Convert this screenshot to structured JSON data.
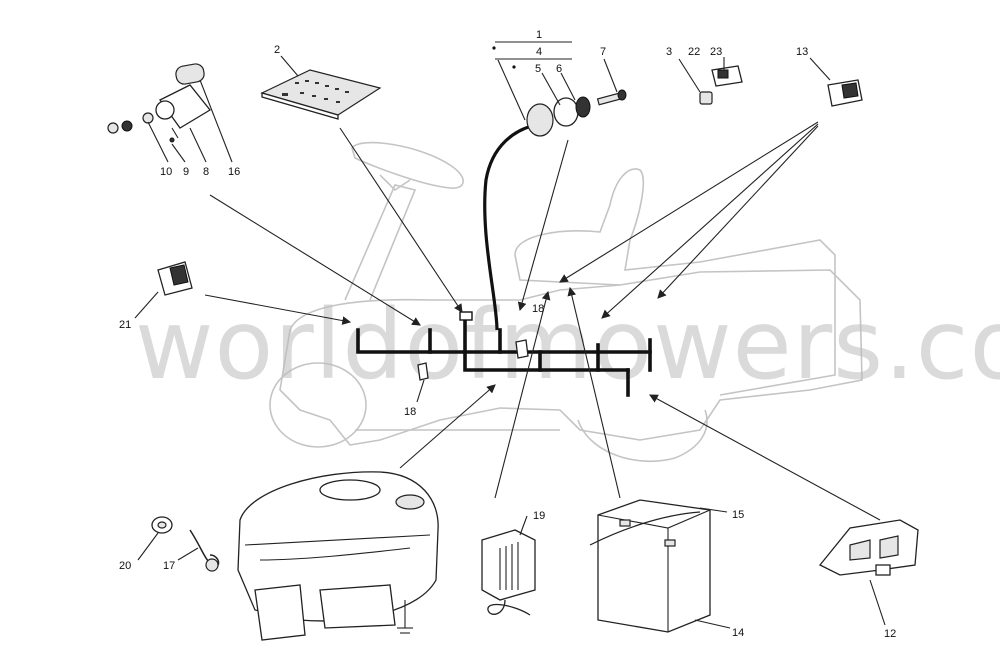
{
  "watermark": "worldofmowers.co.uk",
  "callouts": {
    "c1": "1",
    "c2": "2",
    "c3": "3",
    "c4": "4",
    "c5": "5",
    "c6": "6",
    "c7": "7",
    "c8": "8",
    "c9": "9",
    "c10": "10",
    "c12": "12",
    "c13": "13",
    "c14": "14",
    "c15": "15",
    "c16": "16",
    "c17": "17",
    "c18a": "18",
    "c18b": "18",
    "c19": "19",
    "c20": "20",
    "c21": "21",
    "c22": "22",
    "c23": "23"
  }
}
